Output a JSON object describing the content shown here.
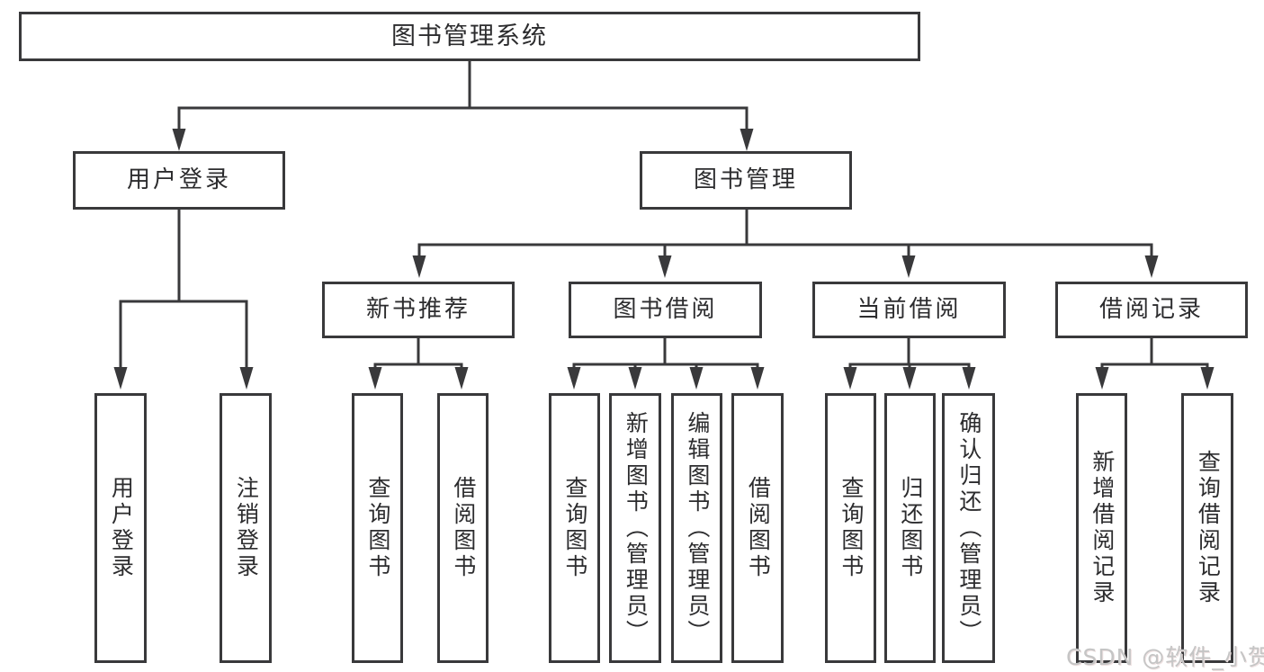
{
  "diagram": {
    "root": "图书管理系统",
    "level1": [
      "用户登录",
      "图书管理"
    ],
    "level2": [
      "新书推荐",
      "图书借阅",
      "当前借阅",
      "借阅记录"
    ],
    "leaves": [
      "用户登录",
      "注销登录",
      "查询图书",
      "借阅图书",
      "查询图书",
      "新增图书（管理员）",
      "编辑图书（管理员）",
      "借阅图书",
      "查询图书",
      "归还图书",
      "确认归还（管理员）",
      "新增借阅记录",
      "查询借阅记录"
    ]
  },
  "watermark": "CSDN @软件_小贺同学",
  "colors": {
    "line": "#39393b",
    "box_border": "#39393b",
    "text": "#2c2c2e",
    "background": "#ffffff",
    "watermark": "#c5c5c5"
  }
}
